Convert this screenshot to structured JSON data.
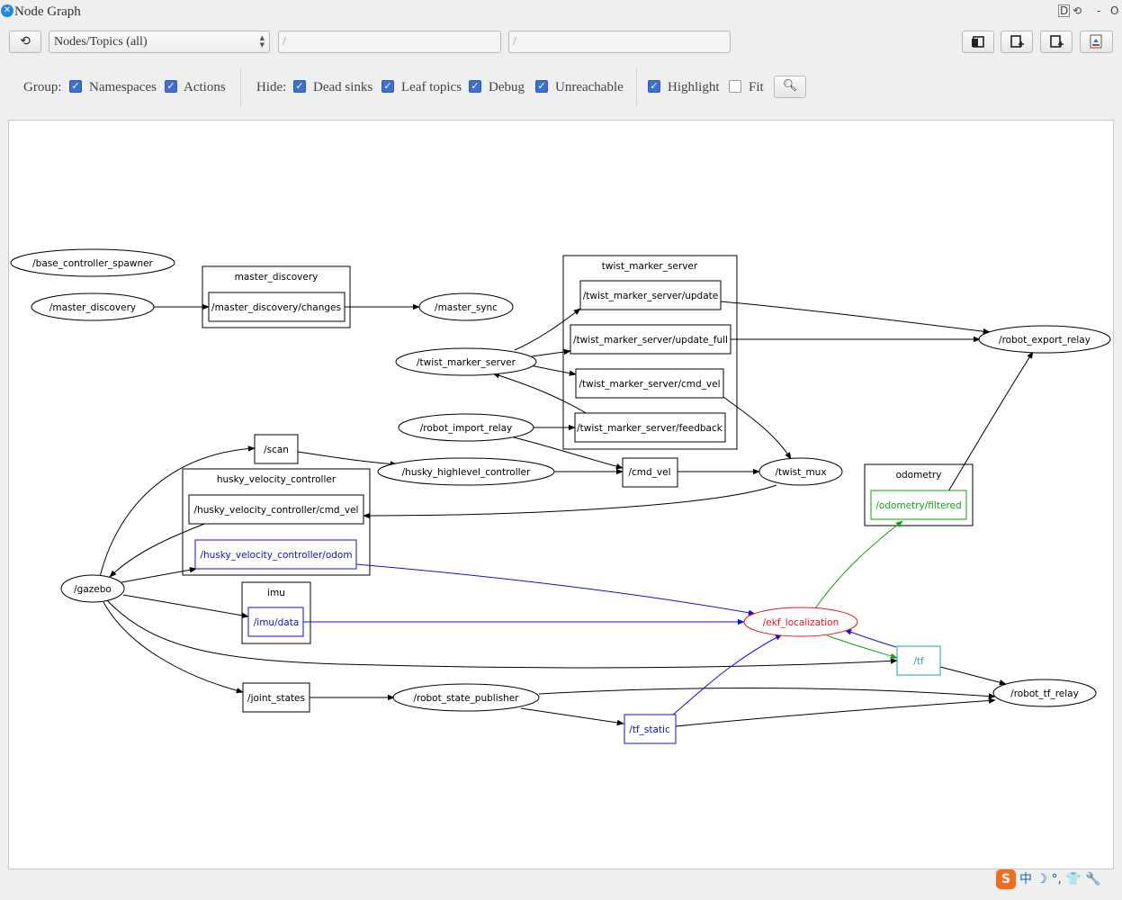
{
  "window": {
    "title": "Node Graph",
    "icon": "app-tools-icon",
    "controls": [
      "D",
      "⟲",
      "-",
      "O"
    ]
  },
  "toolbar": {
    "refresh_icon": "refresh-icon",
    "filter_combo": "Nodes/Topics (all)",
    "node_filter": "/",
    "topic_filter": "/",
    "right_buttons": [
      "load-dot-icon",
      "save-dot-icon",
      "save-svg-icon",
      "save-image-icon"
    ]
  },
  "options": {
    "group_label": "Group:",
    "namespaces": {
      "label": "Namespaces",
      "checked": true
    },
    "actions": {
      "label": "Actions",
      "checked": true
    },
    "hide_label": "Hide:",
    "dead_sinks": {
      "label": "Dead sinks",
      "checked": true
    },
    "leaf_topics": {
      "label": "Leaf topics",
      "checked": true
    },
    "debug": {
      "label": "Debug",
      "checked": true
    },
    "unreachable": {
      "label": "Unreachable",
      "checked": true
    },
    "highlight": {
      "label": "Highlight",
      "checked": true
    },
    "fit": {
      "label": "Fit",
      "checked": false
    },
    "fit_icon": "zoom-fit-icon"
  },
  "graph": {
    "clusters": {
      "master_discovery": "master_discovery",
      "twist_marker_server": "twist_marker_server",
      "husky_velocity_controller": "husky_velocity_controller",
      "imu": "imu",
      "odometry": "odometry"
    },
    "nodes": {
      "base_controller_spawner": "/base_controller_spawner",
      "master_discovery": "/master_discovery",
      "master_sync": "/master_sync",
      "twist_marker_server": "/twist_marker_server",
      "robot_import_relay": "/robot_import_relay",
      "husky_highlevel_controller": "/husky_highlevel_controller",
      "twist_mux": "/twist_mux",
      "robot_export_relay": "/robot_export_relay",
      "gazebo": "/gazebo",
      "ekf_localization": "/ekf_localization",
      "robot_state_publisher": "/robot_state_publisher",
      "robot_tf_relay": "/robot_tf_relay"
    },
    "topics": {
      "master_discovery_changes": "/master_discovery/changes",
      "tms_update": "/twist_marker_server/update",
      "tms_update_full": "/twist_marker_server/update_full",
      "tms_cmd_vel": "/twist_marker_server/cmd_vel",
      "tms_feedback": "/twist_marker_server/feedback",
      "scan": "/scan",
      "cmd_vel": "/cmd_vel",
      "hvc_cmd_vel": "/husky_velocity_controller/cmd_vel",
      "hvc_odom": "/husky_velocity_controller/odom",
      "imu_data": "/imu/data",
      "odometry_filtered": "/odometry/filtered",
      "tf": "/tf",
      "joint_states": "/joint_states",
      "tf_static": "/tf_static"
    },
    "colors": {
      "default": "#000000",
      "highlight_node": "#e8141a",
      "input_topic": "#1010d8",
      "output_topic": "#10a010",
      "bidir_topic": "#18a8a8"
    }
  },
  "tray": {
    "ime_logo": "S",
    "ime_icons": [
      "中",
      "☽",
      "°,",
      "👕",
      "🔧"
    ]
  }
}
